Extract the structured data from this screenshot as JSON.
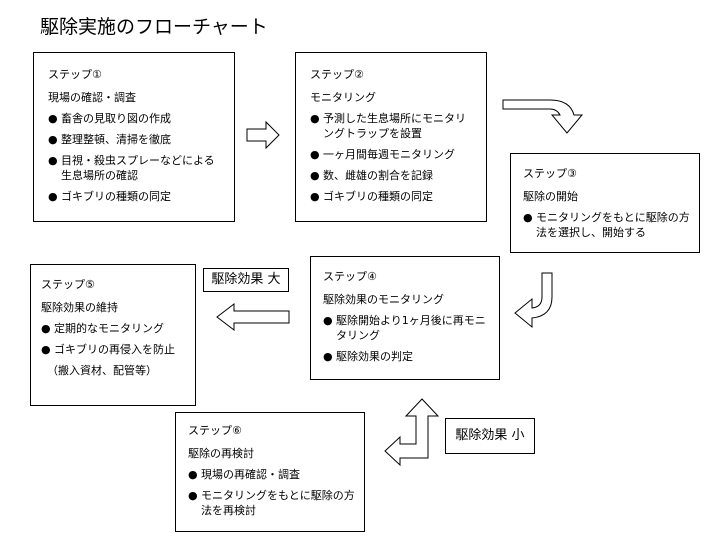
{
  "title": "駆除実施のフローチャート",
  "bullet": "●",
  "boxes": {
    "step1": {
      "step": "ステップ①",
      "head": "現場の確認・調査",
      "items": [
        "畜舎の見取り図の作成",
        "整理整頓、清掃を徹底",
        "目視・殺虫スプレーなどによる生息場所の確認",
        "ゴキブリの種類の同定"
      ]
    },
    "step2": {
      "step": "ステップ②",
      "head": "モニタリング",
      "items": [
        "予測した生息場所にモニタリングトラップを設置",
        "一ヶ月間毎週モニタリング",
        "数、雌雄の割合を記録",
        "ゴキブリの種類の同定"
      ]
    },
    "step3": {
      "step": "ステップ③",
      "head": "駆除の開始",
      "items": [
        "モニタリングをもとに駆除の方法を選択し、開始する"
      ]
    },
    "step4": {
      "step": "ステップ④",
      "head": "駆除効果のモニタリング",
      "items": [
        "駆除開始より1ヶ月後に再モニタリング",
        "駆除効果の判定"
      ]
    },
    "step5": {
      "step": "ステップ⑤",
      "head": "駆除効果の維持",
      "items": [
        "定期的なモニタリング",
        "ゴキブリの再侵入を防止"
      ],
      "note": "（搬入資材、配管等）"
    },
    "step6": {
      "step": "ステップ⑥",
      "head": "駆除の再検討",
      "items": [
        "現場の再確認・調査",
        "モニタリングをもとに駆除の方法を再検討"
      ]
    }
  },
  "labels": {
    "effect_high": "駆除効果 大",
    "effect_low": "駆除効果 小"
  }
}
